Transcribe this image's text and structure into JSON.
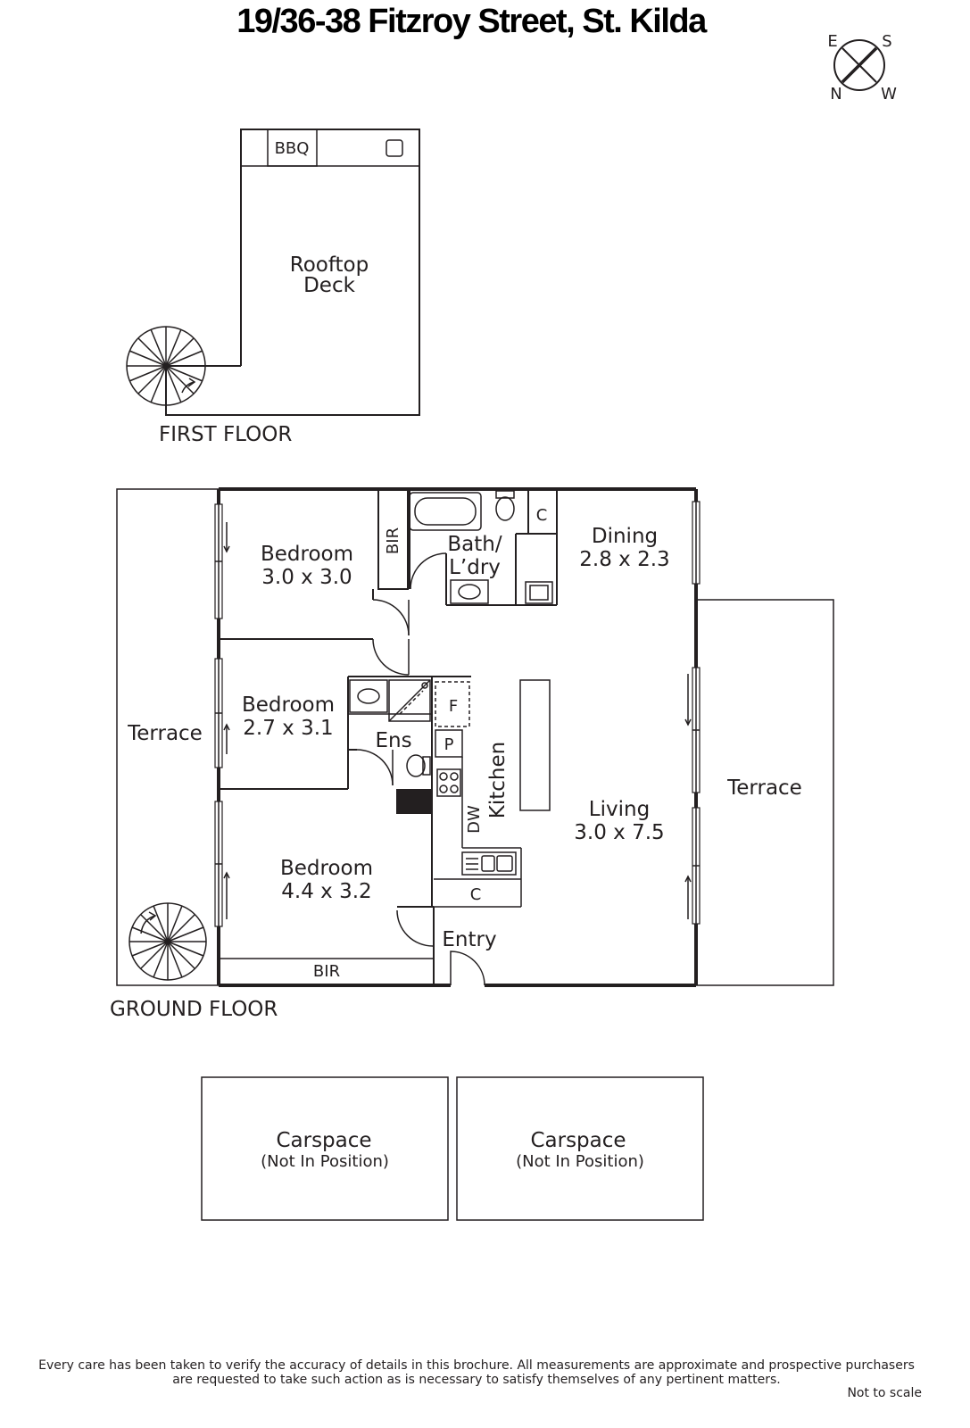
{
  "title": "19/36-38 Fitzroy Street, St. Kilda",
  "compass": {
    "n": "N",
    "s": "S",
    "e": "E",
    "w": "W"
  },
  "first_floor": {
    "label": "FIRST FLOOR",
    "bbq": "BBQ",
    "deck_line1": "Rooftop",
    "deck_line2": "Deck"
  },
  "ground_floor": {
    "label": "GROUND FLOOR",
    "bedroom1": {
      "name": "Bedroom",
      "size": "3.0 x 3.0"
    },
    "bedroom2": {
      "name": "Bedroom",
      "size": "2.7 x 3.1"
    },
    "bedroom3": {
      "name": "Bedroom",
      "size": "4.4 x 3.2"
    },
    "bir_top": "BIR",
    "bir_bottom": "BIR",
    "bath_line1": "Bath/",
    "bath_line2": "L’dry",
    "cupboard_top": "C",
    "cupboard_kitchen": "C",
    "dining": {
      "name": "Dining",
      "size": "2.8 x 2.3"
    },
    "living": {
      "name": "Living",
      "size": "3.0 x 7.5"
    },
    "ensuite": "Ens",
    "fridge": "F",
    "pantry": "P",
    "kitchen": "Kitchen",
    "dishwasher": "DW",
    "entry": "Entry",
    "terrace_left": "Terrace",
    "terrace_right": "Terrace"
  },
  "carspaces": [
    {
      "name": "Carspace",
      "note": "(Not In Position)"
    },
    {
      "name": "Carspace",
      "note": "(Not In Position)"
    }
  ],
  "disclaimer_line1": "Every care has been taken to verify the accuracy of details in this brochure.  All measurements are approximate and prospective purchasers",
  "disclaimer_line2": "are requested to take such action as is necessary to satisfy themselves of any pertinent matters.",
  "scale_note": "Not to scale"
}
